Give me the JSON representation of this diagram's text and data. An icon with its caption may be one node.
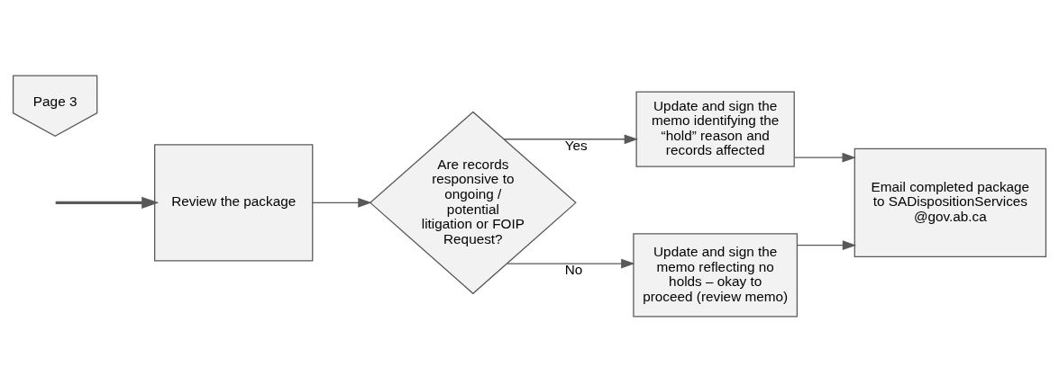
{
  "diagram": {
    "nodes": [
      {
        "text": [
          "Review the package"
        ]
      },
      {
        "text": [
          "Are records responsive to ongoing / potential litigation or FOIP Request?"
        ]
      },
      {
        "text": [
          "Update and sign the memo identifying the “hold” reason and records affected"
        ]
      },
      {
        "text": [
          "Update and sign the memo reflecting no holds – okay to proceed (review memo)"
        ]
      },
      {
        "text": [
          "Email completed package to SADispositionServices @gov.ab.ca"
        ]
      },
      {
        "text": [
          "Page 3"
        ]
      }
    ],
    "edges": [
      {
        "from": null,
        "to": 0,
        "arrow": "to",
        "style": "thick"
      },
      {
        "from": 0,
        "to": 1,
        "arrow": "to"
      },
      {
        "from": 1,
        "to": 2,
        "arrow": "to",
        "label": "Yes"
      },
      {
        "from": 1,
        "to": 3,
        "arrow": "to",
        "label": "No"
      },
      {
        "from": 2,
        "to": 4,
        "arrow": "to"
      },
      {
        "from": 3,
        "to": 4,
        "arrow": "to"
      }
    ]
  }
}
